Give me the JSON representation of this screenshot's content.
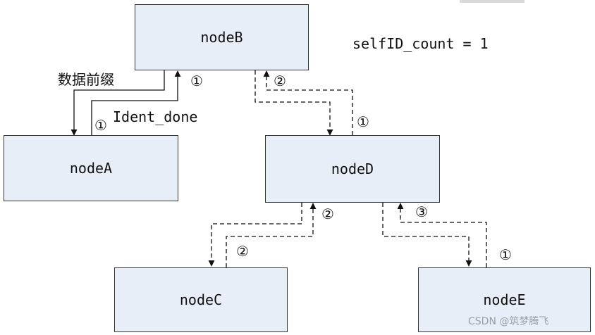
{
  "diagram": {
    "nodes": {
      "nodeB": "nodeB",
      "nodeA": "nodeA",
      "nodeD": "nodeD",
      "nodeC": "nodeC",
      "nodeE": "nodeE"
    },
    "counter_label": "selfID_count = 1",
    "edge_labels": {
      "data_prefix": "数据前缀",
      "ident_done": "Ident_done",
      "b_a_step": "①",
      "a_b_step": "①",
      "b_d_step": "②",
      "d_b_step": "①",
      "d_c_step": "②",
      "c_d_step": "②",
      "d_e_step": "③",
      "e_d_step": "①"
    },
    "line_styles": {
      "solid": "solid",
      "dashed": "dashed"
    }
  },
  "watermark": "CSDN @筑梦腾飞"
}
